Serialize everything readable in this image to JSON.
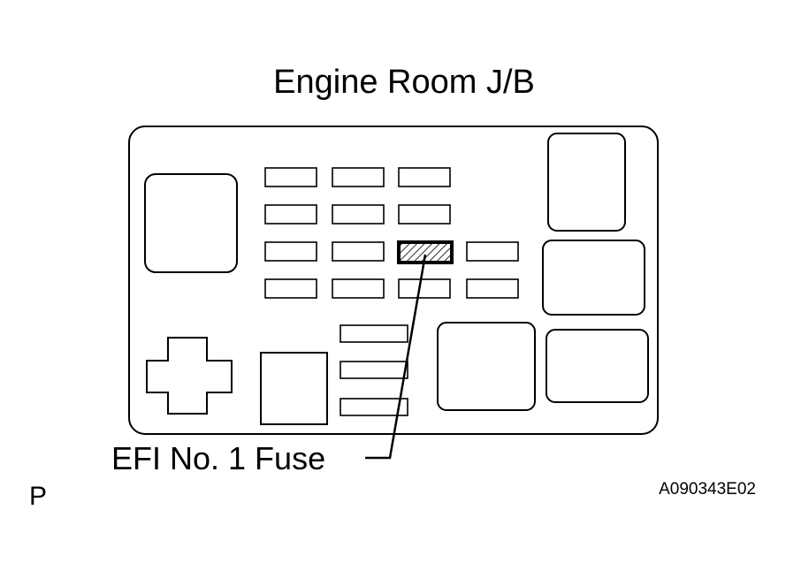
{
  "diagram": {
    "title": "Engine Room J/B",
    "callout": "EFI No. 1 Fuse",
    "corner_mark": "P",
    "figure_code": "A090343E02"
  },
  "colors": {
    "line": "#000000",
    "background": "#ffffff"
  }
}
